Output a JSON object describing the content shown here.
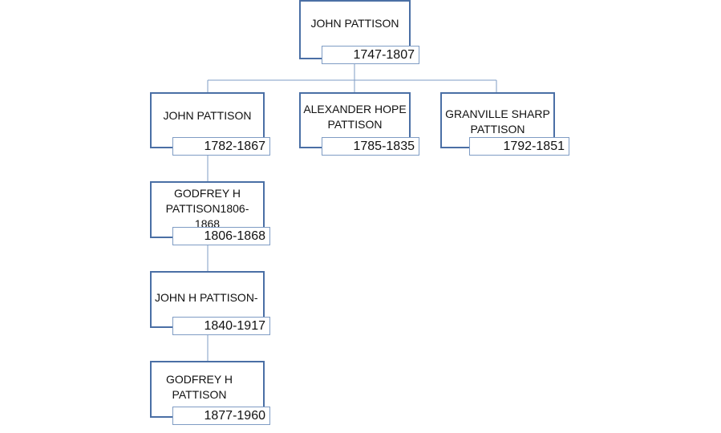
{
  "family_tree": {
    "root": {
      "name": "JOHN PATTISON",
      "dates": "1747-1807"
    },
    "children_of_root": [
      {
        "name": "JOHN PATTISON",
        "dates": "1782-1867"
      },
      {
        "name": "ALEXANDER HOPE PATTISON",
        "dates": "1785-1835"
      },
      {
        "name": "GRANVILLE SHARP PATTISON",
        "dates": "1792-1851"
      }
    ],
    "descendants": [
      {
        "name": "GODFREY H PATTISON1806-1868",
        "dates": "1806-1868"
      },
      {
        "name": "JOHN H PATTISON-",
        "dates": "1840-1917"
      },
      {
        "name": "GODFREY H PATTISON",
        "dates": "1877-1960"
      }
    ]
  },
  "colors": {
    "node_border": "#4a6fa5",
    "date_border": "#7f9cc4",
    "connector": "#7f9cc4"
  }
}
